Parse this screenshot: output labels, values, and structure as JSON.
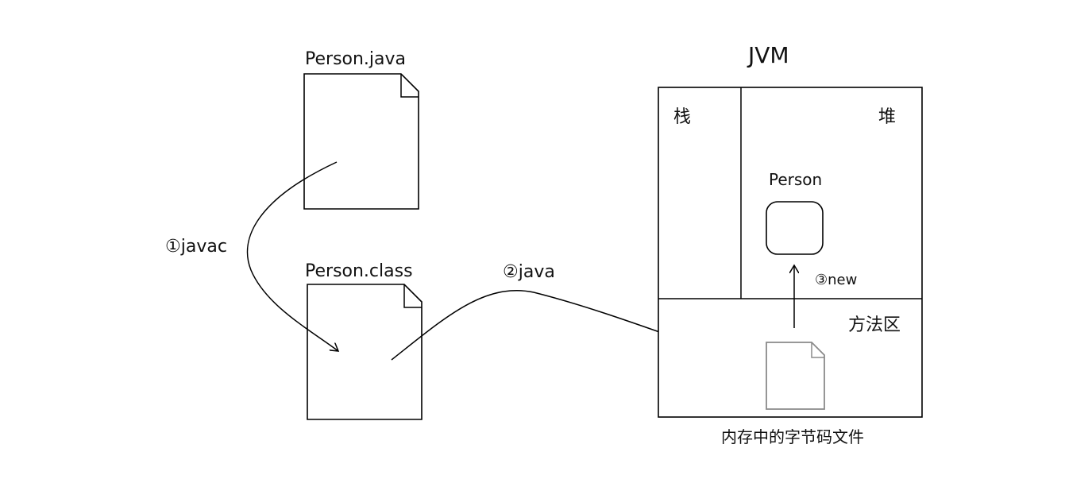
{
  "source_file": {
    "name": "Person.java"
  },
  "class_file": {
    "name": "Person.class"
  },
  "steps": {
    "compile": "①javac",
    "run": "②java",
    "instantiate": "③new"
  },
  "jvm": {
    "title": "JVM",
    "stack_label": "栈",
    "heap_label": "堆",
    "method_area_label": "方法区",
    "object_label": "Person",
    "bytecode_caption": "内存中的字节码文件"
  }
}
